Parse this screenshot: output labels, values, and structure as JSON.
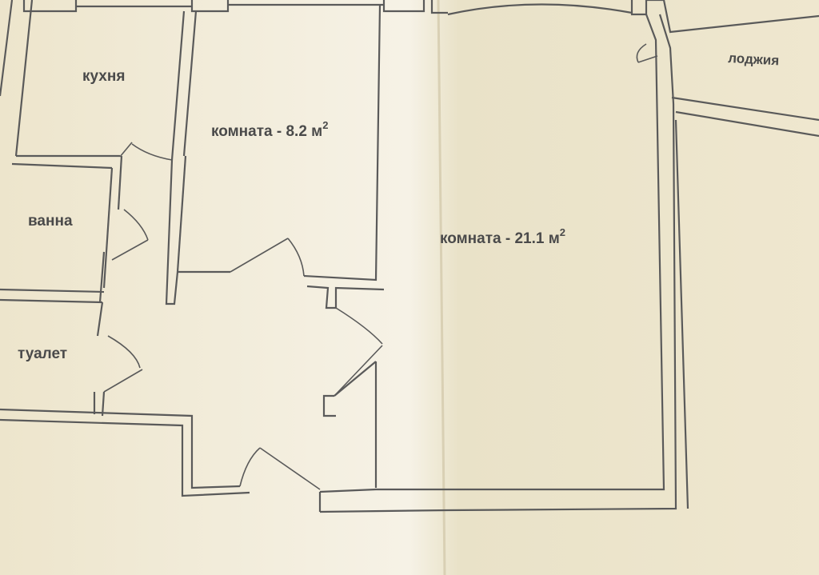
{
  "rooms": {
    "kitchen": "кухня",
    "room_small": "комната - 8.2 м",
    "room_small_sup": "2",
    "room_large": "комната - 21.1 м",
    "room_large_sup": "2",
    "bathroom": "ванна",
    "toilet": "туалет",
    "loggia": "лоджия"
  },
  "colors": {
    "paper": "#efe9d6",
    "ink": "#5a5a5a",
    "text": "#4a4a4a"
  }
}
